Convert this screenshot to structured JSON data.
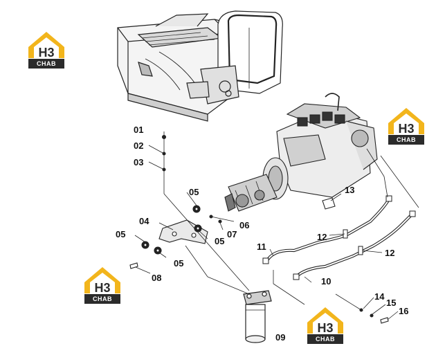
{
  "brand": {
    "mark": "H3",
    "wordmark": "CHAB",
    "colors": {
      "gold": "#F2B51C",
      "dark": "#2B2B2B",
      "white": "#FFFFFF"
    }
  },
  "callouts": [
    {
      "id": "01",
      "text": "01"
    },
    {
      "id": "02",
      "text": "02"
    },
    {
      "id": "03",
      "text": "03"
    },
    {
      "id": "04",
      "text": "04"
    },
    {
      "id": "05a",
      "text": "05"
    },
    {
      "id": "05b",
      "text": "05"
    },
    {
      "id": "05c",
      "text": "05"
    },
    {
      "id": "05d",
      "text": "05"
    },
    {
      "id": "06",
      "text": "06"
    },
    {
      "id": "07",
      "text": "07"
    },
    {
      "id": "08",
      "text": "08"
    },
    {
      "id": "09",
      "text": "09"
    },
    {
      "id": "10",
      "text": "10"
    },
    {
      "id": "11",
      "text": "11"
    },
    {
      "id": "12a",
      "text": "12"
    },
    {
      "id": "12b",
      "text": "12"
    },
    {
      "id": "13",
      "text": "13"
    },
    {
      "id": "14",
      "text": "14"
    },
    {
      "id": "15",
      "text": "15"
    },
    {
      "id": "16",
      "text": "16"
    }
  ]
}
